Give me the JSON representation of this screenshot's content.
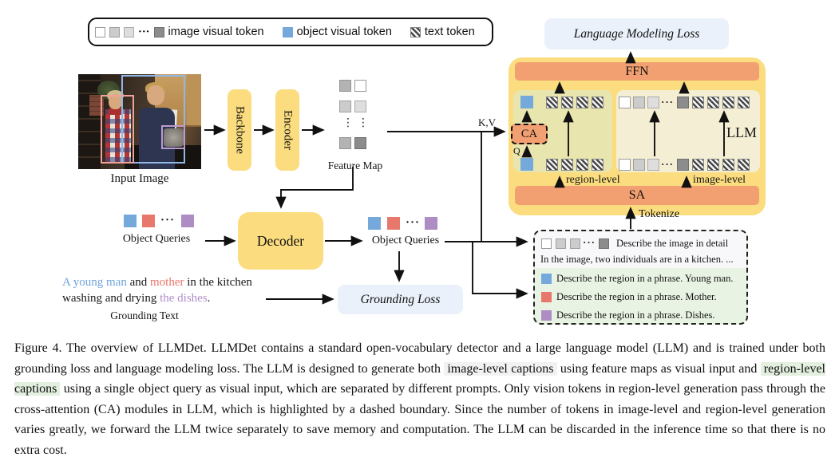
{
  "legend": {
    "items": [
      {
        "label": "image visual token"
      },
      {
        "label": "object visual token"
      },
      {
        "label": "text token"
      }
    ]
  },
  "misc": {
    "hdots": "···",
    "vdots": "⋮"
  },
  "pipeline": {
    "input_image": "Input Image",
    "backbone": "Backbone",
    "encoder": "Encoder",
    "feature_map": "Feature Map",
    "object_queries": "Object Queries",
    "decoder": "Decoder",
    "object_queries_out": "Object Queries",
    "grounding_loss": "Grounding Loss",
    "kv": "K,V"
  },
  "llm": {
    "llm": "LLM",
    "ffn": "FFN",
    "sa": "SA",
    "ca": "CA",
    "q": "Q",
    "lm_loss": "Language Modeling Loss",
    "region_level": "region-level",
    "image_level": "image-level",
    "tokenize": "Tokenize"
  },
  "grounding": {
    "label": "Grounding Text",
    "segments": [
      {
        "text": "A young man ",
        "color": "#6fa3d8"
      },
      {
        "text": "and ",
        "color": "#1a1a1a"
      },
      {
        "text": "mother ",
        "color": "#e87568"
      },
      {
        "text": "in the kitchen washing and drying ",
        "color": "#1a1a1a"
      },
      {
        "text": "the dishes",
        "color": "#b08cc8"
      },
      {
        "text": ".",
        "color": "#1a1a1a"
      }
    ]
  },
  "prompts": {
    "image_prompt": "Describe the image in detail",
    "image_response": "In the image, two individuals are in a kitchen. ...",
    "region_rows": [
      {
        "color": "#75a8db",
        "text": "Describe the region in a phrase. Young man."
      },
      {
        "color": "#e9786c",
        "text": "Describe the region in a phrase. Mother."
      },
      {
        "color": "#ae8dc5",
        "text": "Describe the region in a phrase. Dishes."
      }
    ]
  },
  "caption": {
    "segments": [
      {
        "text": "Figure 4.  The overview of LLMDet.  LLMDet contains a standard open-vocabulary detector and a large language model (LLM) and is trained under both grounding loss and language modeling loss. The LLM is designed to generate both "
      },
      {
        "text": "image-level captions",
        "bg": "#f2f2f2"
      },
      {
        "text": " using feature maps as visual input and "
      },
      {
        "text": "region-level captions",
        "bg": "#e3efdf"
      },
      {
        "text": " using a single object query as visual input, which are separated by different prompts. Only vision tokens in region-level generation pass through the cross-attention (CA) modules in LLM, which is highlighted by a dashed boundary. Since the number of tokens in image-level and region-level generation varies greatly, we forward the LLM twice separately to save memory and computation. The LLM can be discarded in the inference time so that there is no extra cost."
      }
    ]
  },
  "colors": {
    "block_yellow": "#fbdc7e",
    "bar_orange": "#f2a071",
    "panel_region": "#e9e5ae",
    "panel_image": "#f4efd4",
    "loss_blue": "#eaf1fa",
    "token_blue": "#75a8db",
    "token_red": "#e9786c",
    "token_purple": "#ae8dc5",
    "prompt_green": "#e9f3e3"
  }
}
